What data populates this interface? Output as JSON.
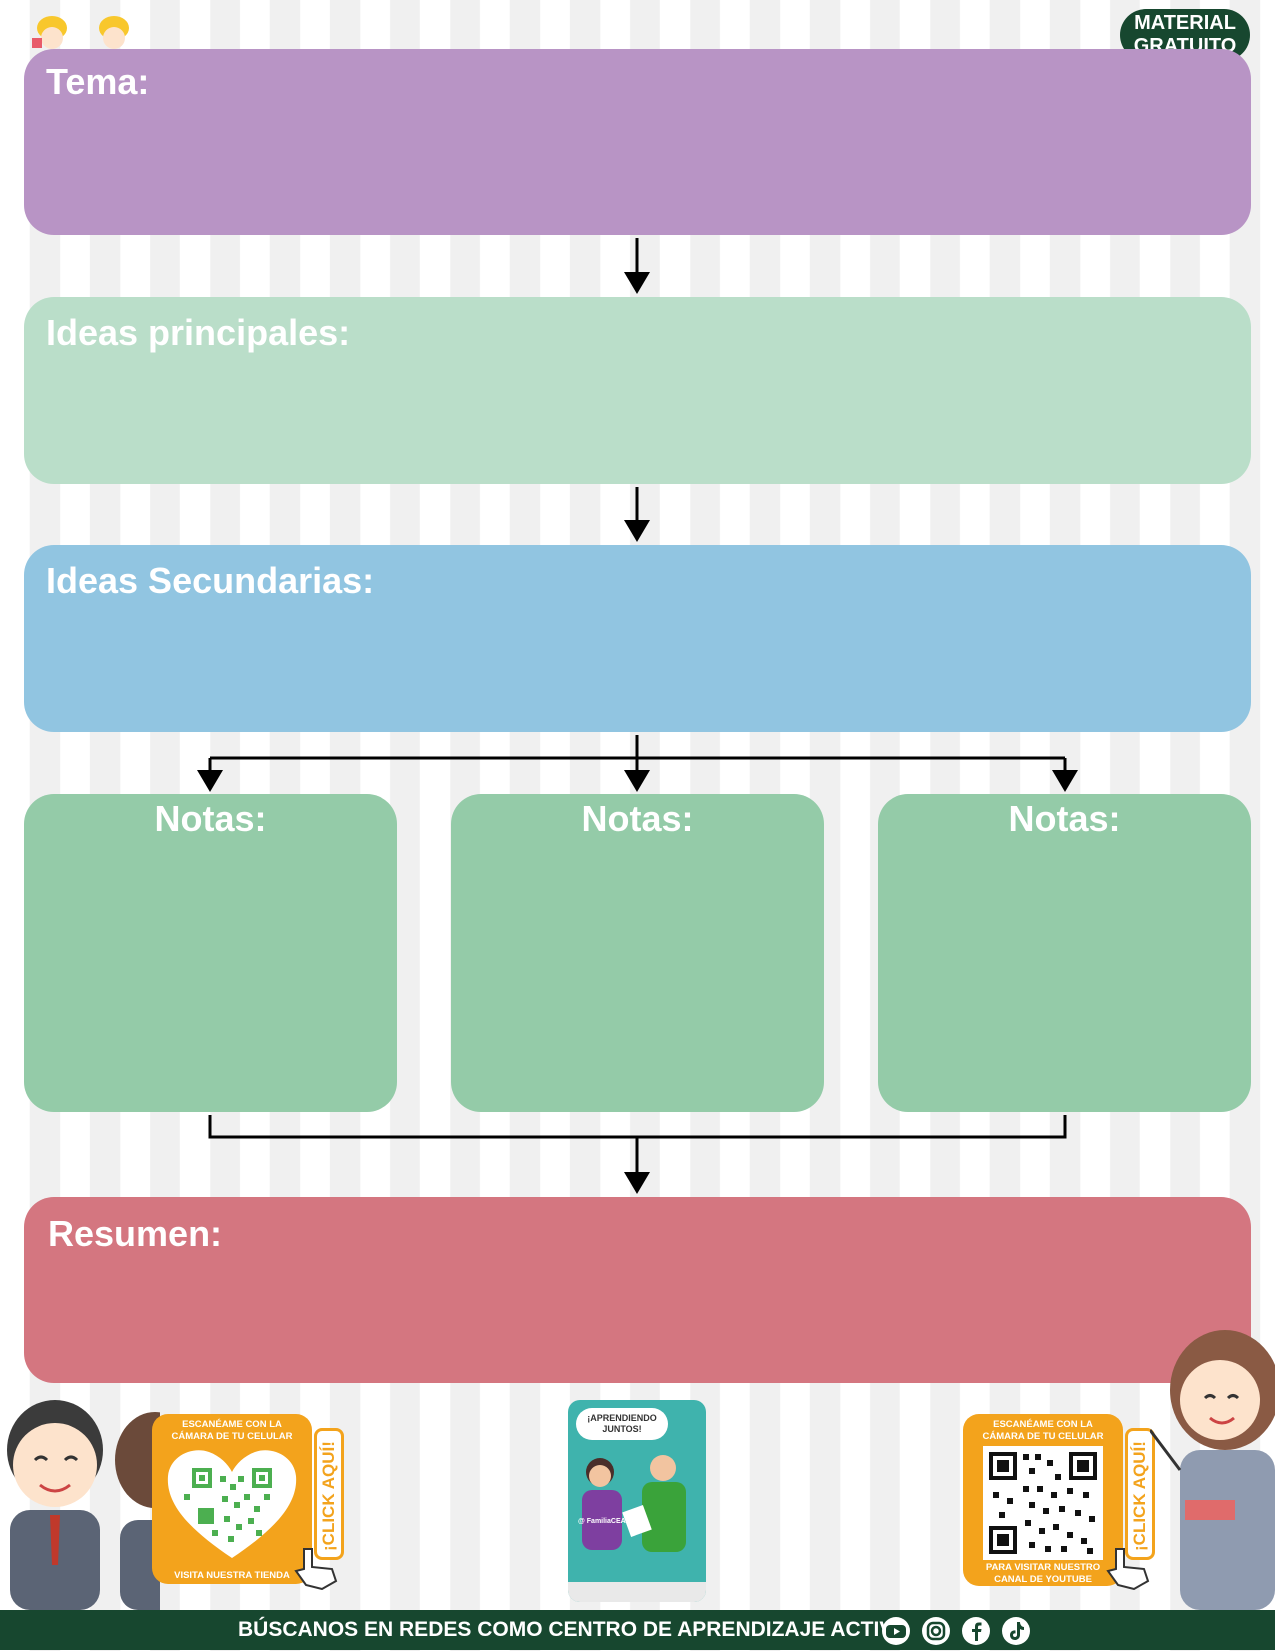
{
  "badge": {
    "line1": "MATERIAL",
    "line2": "GRATUITO"
  },
  "boxes": {
    "tema": {
      "label": "Tema:",
      "color": "#b894c5"
    },
    "ideas_principales": {
      "label": "Ideas principales:",
      "color": "#badec9"
    },
    "ideas_secundarias": {
      "label": "Ideas Secundarias:",
      "color": "#91c5e1"
    },
    "notas": [
      {
        "label": "Notas:"
      },
      {
        "label": "Notas:"
      },
      {
        "label": "Notas:"
      }
    ],
    "notas_color": "#94cba8",
    "resumen": {
      "label": "Resumen:",
      "color": "#d47680"
    }
  },
  "qr_left": {
    "caption_top": "ESCANÉAME CON LA CÁMARA DE TU CELULAR",
    "caption_bottom": "VISITA NUESTRA TIENDA",
    "click": "¡CLICK AQUÍ!"
  },
  "qr_right": {
    "caption_top": "ESCANÉAME CON LA CÁMARA DE TU CELULAR",
    "caption_bottom": "PARA VISITAR NUESTRO CANAL DE YOUTUBE",
    "click": "¡CLICK AQUÍ!"
  },
  "phone": {
    "bubble": "¡APRENDIENDO JUNTOS!",
    "handle": "@ FamiliaCEAA"
  },
  "footer": {
    "text": "BÚSCANOS EN REDES COMO CENTRO DE APRENDIZAJE ACTIVO",
    "icons": [
      "youtube-icon",
      "instagram-icon",
      "facebook-icon",
      "tiktok-icon"
    ],
    "bg_color": "#17472f"
  },
  "accent_orange": "#f3a31c"
}
